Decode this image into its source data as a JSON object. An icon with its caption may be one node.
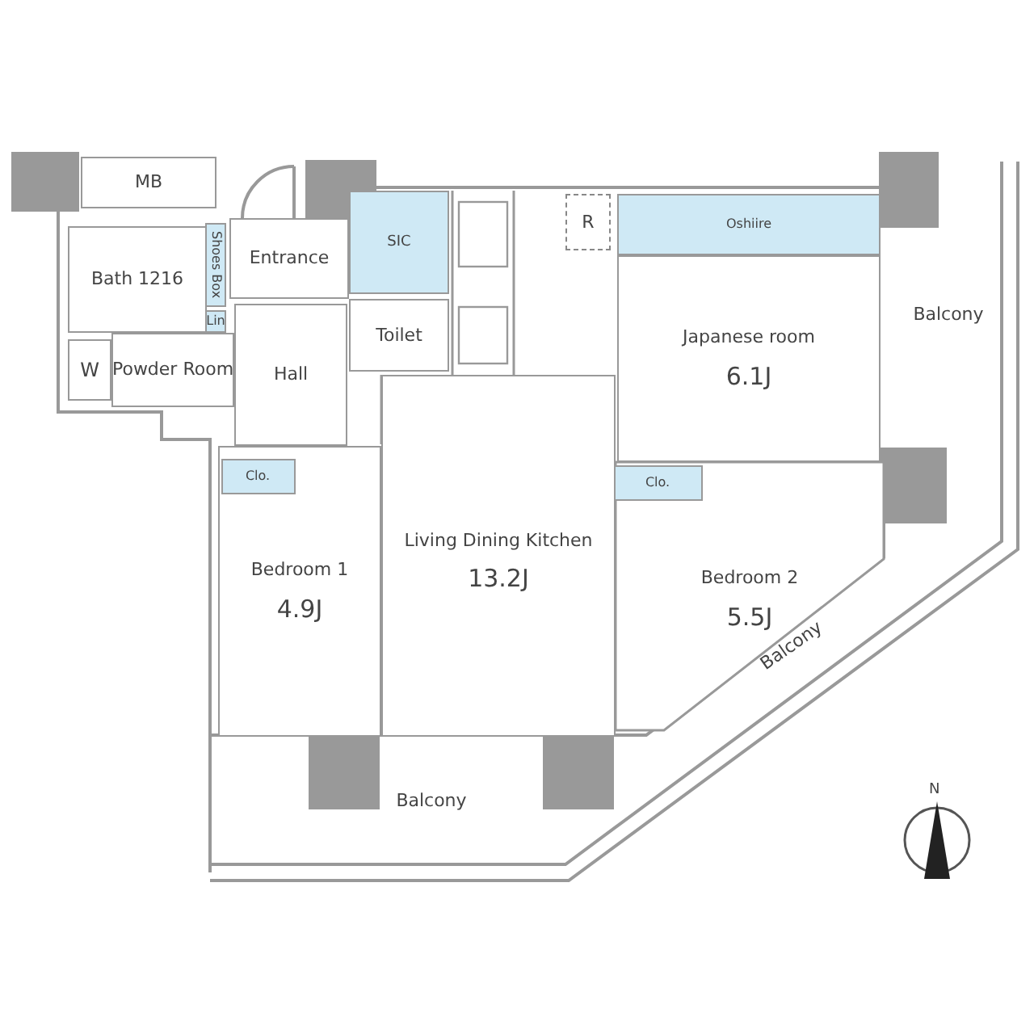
{
  "diagram": {
    "nodes": [
      {
        "text": [
          "MB"
        ]
      },
      {
        "text": [
          "Bath 1216"
        ]
      },
      {
        "text": [
          "Shoes Box"
        ]
      },
      {
        "text": [
          "Entrance"
        ]
      },
      {
        "text": [
          "SIC"
        ]
      },
      {
        "text": [
          "Lin"
        ]
      },
      {
        "text": [
          "Toilet"
        ]
      },
      {
        "text": [
          "W"
        ]
      },
      {
        "text": [
          "Powder Room"
        ]
      },
      {
        "text": [
          "Hall"
        ]
      },
      {
        "text": [
          "Living Dining Kitchen",
          "13.2J"
        ]
      },
      {
        "text": [
          "R"
        ]
      },
      {
        "text": [
          "Oshiire"
        ]
      },
      {
        "text": [
          "Japanese room",
          "6.1J"
        ]
      },
      {
        "text": [
          "Balcony"
        ]
      },
      {
        "text": [
          "Bedroom 1",
          "4.9J"
        ]
      },
      {
        "text": [
          "Clo."
        ],
        "in": 15
      },
      {
        "text": [
          "Bedroom 2",
          "5.5J"
        ]
      },
      {
        "text": [
          "Clo."
        ],
        "in": 17
      },
      {
        "text": [
          "Balcony"
        ]
      },
      {
        "text": [
          "Balcony"
        ]
      }
    ],
    "labels": [
      "N"
    ]
  }
}
